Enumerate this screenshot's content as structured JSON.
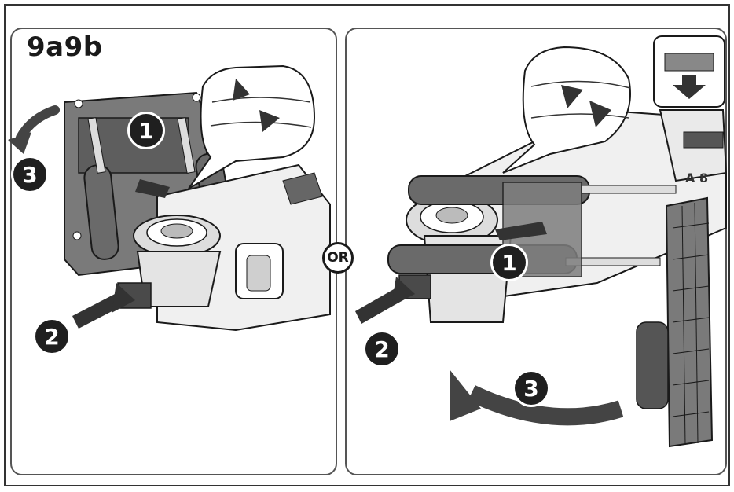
{
  "figure": {
    "title": "9a9b",
    "separator_label": "OR"
  },
  "left_panel": {
    "steps": [
      "1",
      "2",
      "3"
    ]
  },
  "right_panel": {
    "steps": [
      "1",
      "2",
      "3"
    ],
    "tool_label": "A 8"
  },
  "colors": {
    "line": "#1a1a1a",
    "panel_border": "#555555",
    "dark_part": "#6b6b6b",
    "light_part": "#e8e8e8",
    "background": "#ffffff"
  }
}
